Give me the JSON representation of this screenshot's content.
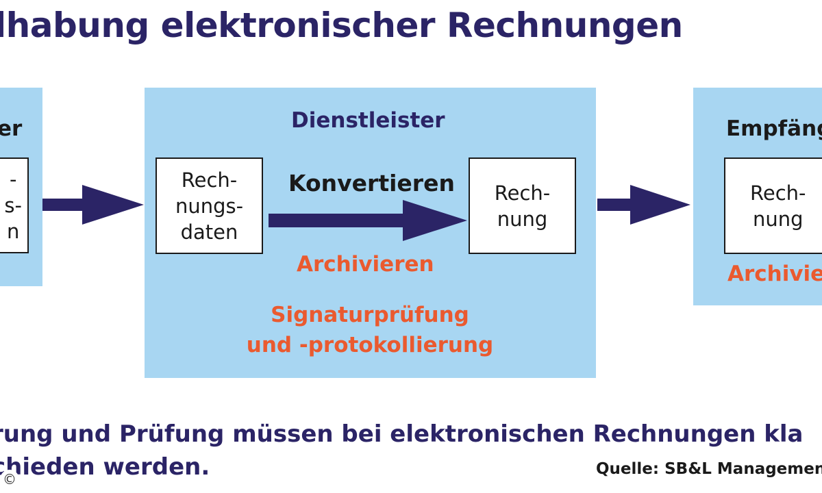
{
  "title": "lhabung elektronischer Rechnungen",
  "left": {
    "heading": "er",
    "box_text": "-\ns-\nn"
  },
  "center": {
    "heading": "Dienstleister",
    "input_box": "Rech-\nnungs-\ndaten",
    "action": "Konvertieren",
    "output_box": "Rech-\nnung",
    "archive": "Archivieren",
    "signature": "Signaturprüfung\nund -protokollierung"
  },
  "right": {
    "heading": "Empfäng",
    "box_text": "Rech-\nnung",
    "archive": "Archivie"
  },
  "caption": "rung und Prüfung müssen bei elektronischen Rechnungen kla\nchieden werden.",
  "source": "Quelle: SB&L Management",
  "copyright_icon": "©",
  "colors": {
    "panel": "#a8d6f2",
    "navy": "#2b2466",
    "orange": "#ea5a2f"
  }
}
